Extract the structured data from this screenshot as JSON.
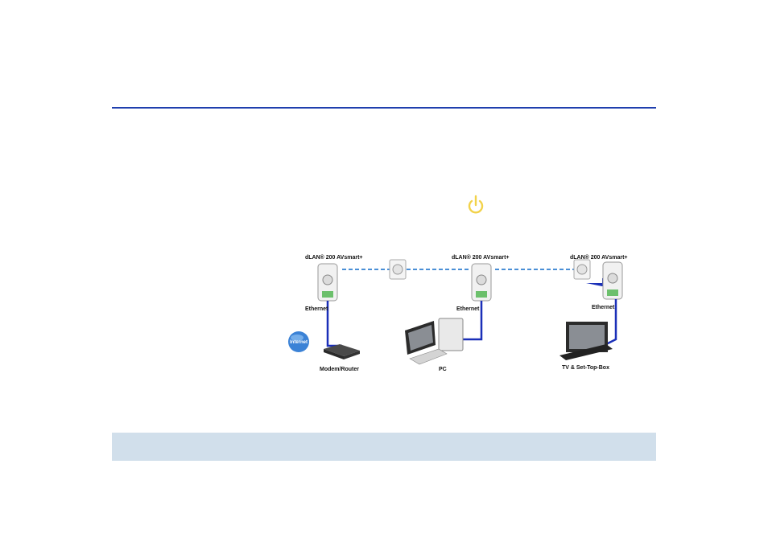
{
  "colors": {
    "rule": "#1f3fae",
    "info_bar": "#d1dfeb",
    "power_icon": "#f2d24a",
    "ethernet_cable": "#1a2fb8",
    "powerline_link": "#4a8fd6"
  },
  "icons": {
    "power": "power-button-icon",
    "globe": "internet-globe-icon"
  },
  "diagram": {
    "adapters": [
      {
        "label": "dLAN® 200 AVsmart+",
        "port_label": "Ethernet",
        "device_label": "Modem/Router",
        "globe_label": "Internet"
      },
      {
        "label": "dLAN® 200 AVsmart+",
        "port_label": "Ethernet",
        "device_label": "PC"
      },
      {
        "label": "dLAN® 200 AVsmart+",
        "port_label": "Ethernet",
        "device_label": "TV & Set-Top-Box"
      }
    ]
  }
}
